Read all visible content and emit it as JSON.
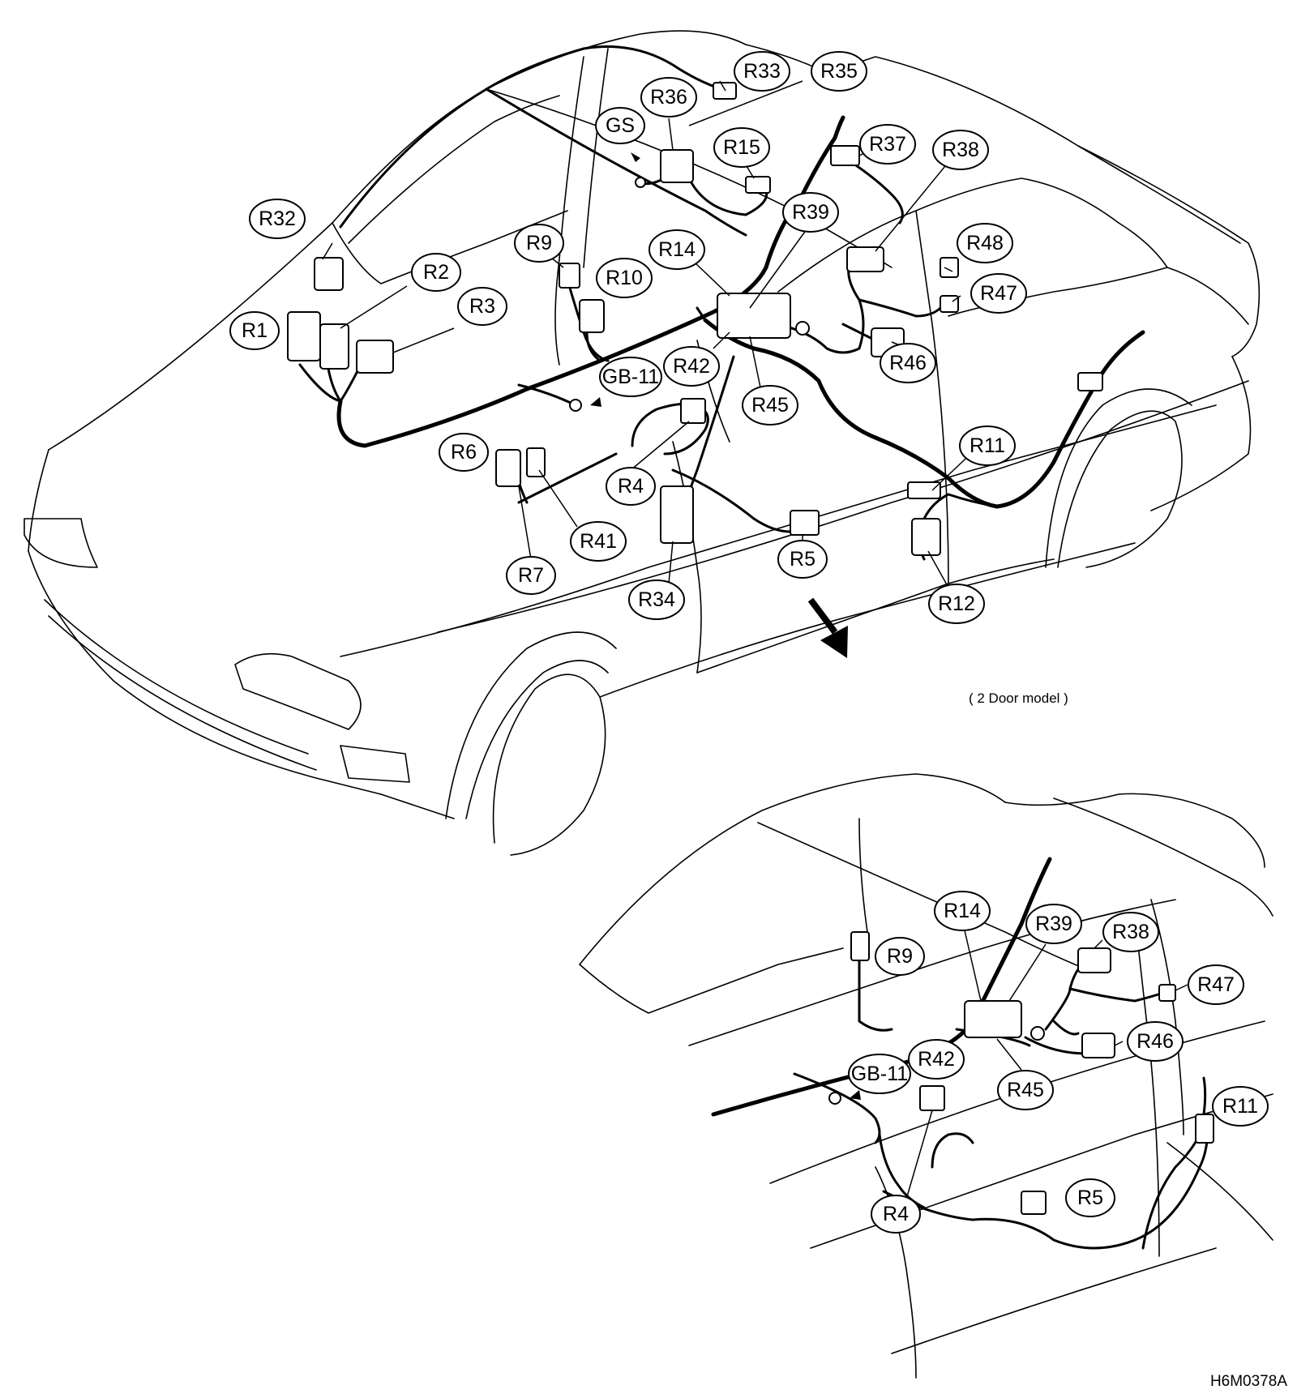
{
  "figure": {
    "note": "( 2 Door model )",
    "code": "H6M0378A"
  },
  "main_view": {
    "connectors": [
      "R33",
      "R35",
      "R36",
      "GS",
      "R15",
      "R37",
      "R38",
      "R32",
      "R39",
      "R9",
      "R2",
      "R14",
      "R48",
      "R10",
      "R3",
      "R47",
      "R1",
      "GB-11",
      "R42",
      "R46",
      "R45",
      "R11",
      "R6",
      "R4",
      "R41",
      "R5",
      "R7",
      "R34",
      "R12"
    ]
  },
  "two_door_view": {
    "connectors": [
      "R14",
      "R39",
      "R38",
      "R9",
      "R47",
      "R46",
      "R42",
      "GB-11",
      "R45",
      "R11",
      "R5",
      "R4"
    ]
  }
}
